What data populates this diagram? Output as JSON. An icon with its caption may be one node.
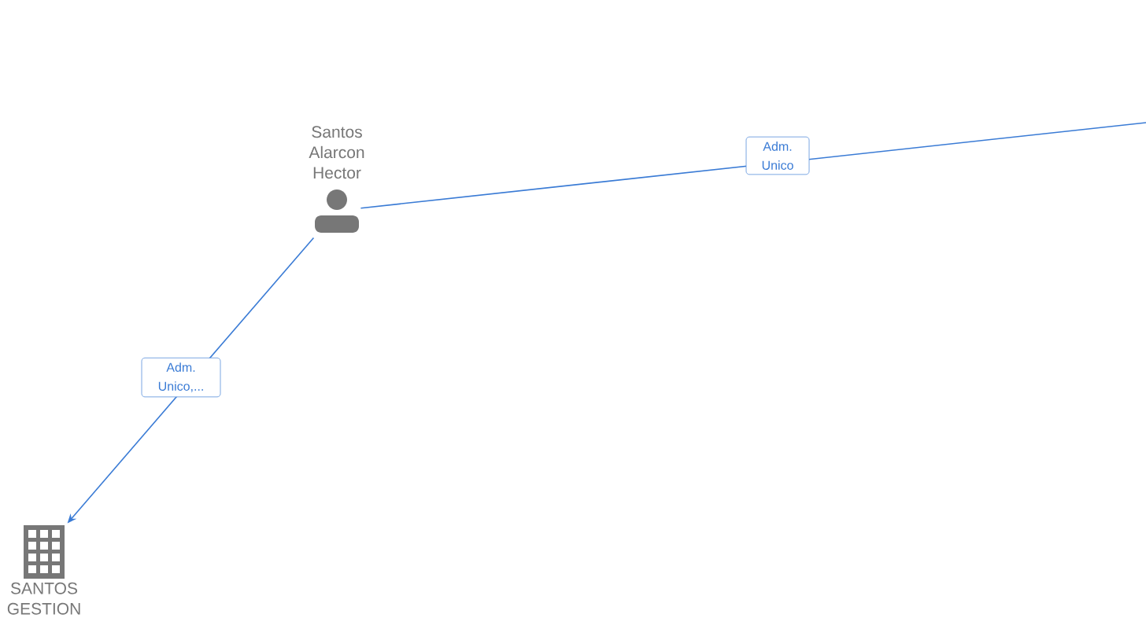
{
  "diagram": {
    "nodes": [
      {
        "text": [
          "Santos Alarcon Hector"
        ]
      },
      {
        "text": [
          "SANTOS GESTION"
        ]
      }
    ],
    "edges": [
      {
        "from": 0,
        "to": null,
        "arrow": "none",
        "label": "Adm. Unico"
      },
      {
        "from": 0,
        "to": 1,
        "arrow": "to",
        "label": "Adm. Unico,..."
      }
    ]
  }
}
